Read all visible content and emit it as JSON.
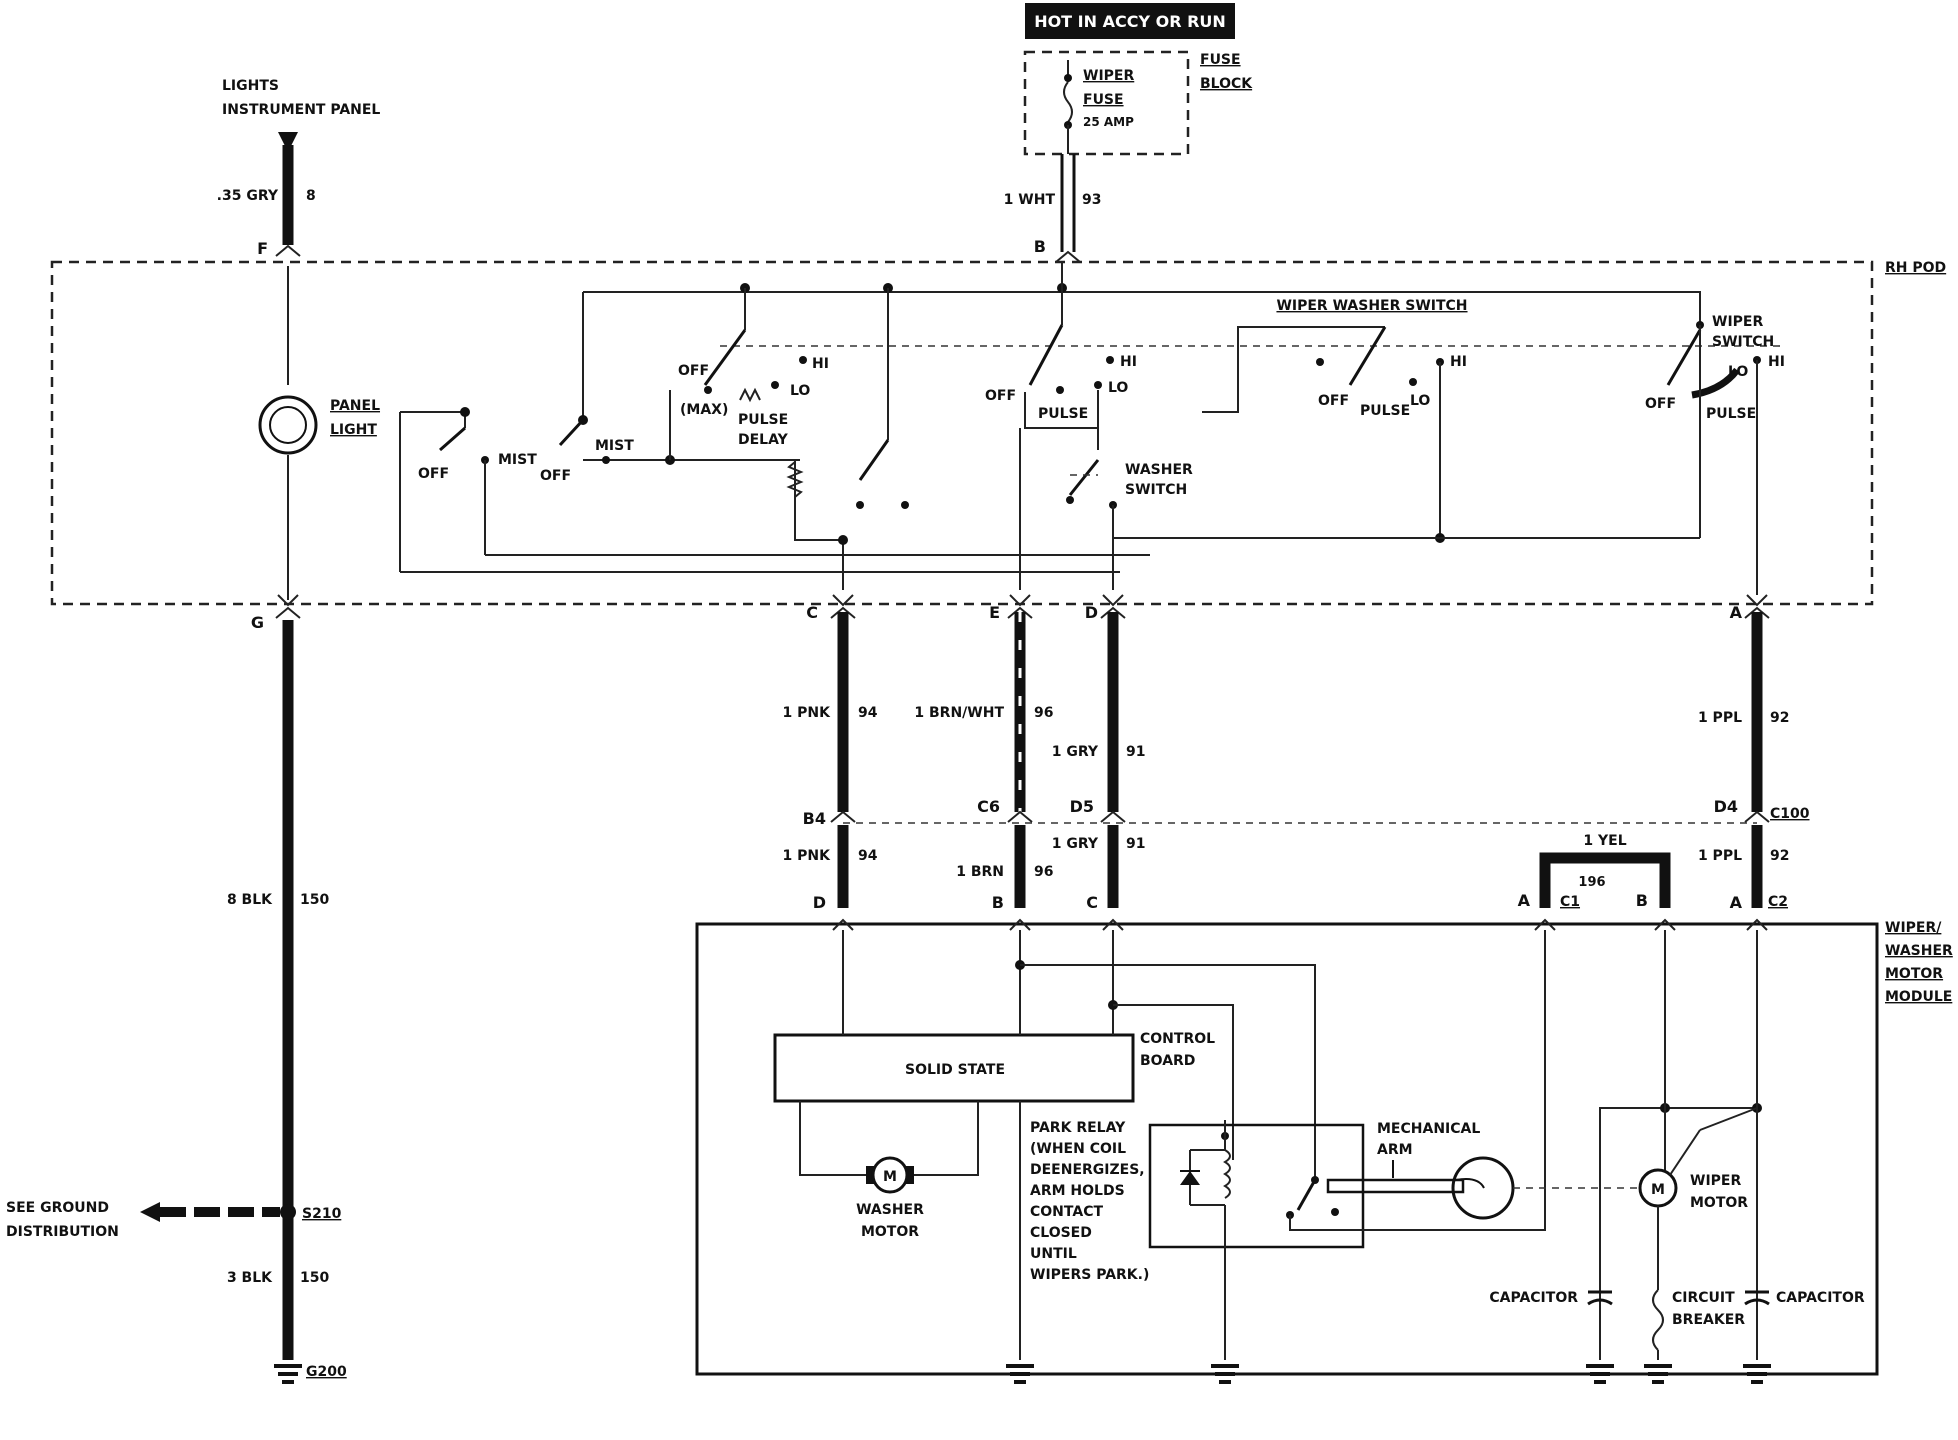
{
  "supply": {
    "hot_label": "HOT IN ACCY OR RUN",
    "fuse_line1": "WIPER",
    "fuse_line2": "FUSE",
    "fuse_rating": "25 AMP",
    "block_line1": "FUSE",
    "block_line2": "BLOCK",
    "wire_color": "1 WHT",
    "circuit": "93",
    "pin": "B"
  },
  "lights": {
    "line1": "LIGHTS",
    "line2": "INSTRUMENT PANEL",
    "wire_color": ".35 GRY",
    "circuit": "8",
    "pin_top": "F",
    "pin_bottom": "G"
  },
  "rh_pod": {
    "label": "RH POD",
    "panel_light_line1": "PANEL",
    "panel_light_line2": "LIGHT",
    "switch_title": "WIPER WASHER SWITCH",
    "wiper_switch_line1": "WIPER",
    "wiper_switch_line2": "SWITCH",
    "washer_switch_line1": "WASHER",
    "washer_switch_line2": "SWITCH",
    "off": "OFF",
    "mist": "MIST",
    "hi": "HI",
    "lo": "LO",
    "max": "(MAX)",
    "pulse": "PULSE",
    "pulse_delay_line1": "PULSE",
    "pulse_delay_line2": "DELAY"
  },
  "wires": [
    {
      "pin_top": "C",
      "upper_color": "1 PNK",
      "upper_circuit": "94",
      "conn_pin": "B4",
      "lower_color": "1 PNK",
      "lower_circuit": "94",
      "module_pin": "D"
    },
    {
      "pin_top": "E",
      "upper_color": "1 BRN/WHT",
      "upper_circuit": "96",
      "conn_pin": "C6",
      "lower_color": "1 BRN",
      "lower_circuit": "96",
      "module_pin": "B"
    },
    {
      "pin_top": "D",
      "upper_color": "1 GRY",
      "upper_circuit": "91",
      "conn_pin": "D5",
      "lower_color": "1 GRY",
      "lower_circuit": "91",
      "module_pin": "C"
    },
    {
      "pin_top": "A",
      "upper_color": "1 PPL",
      "upper_circuit": "92",
      "conn_pin": "D4",
      "lower_color": "1 PPL",
      "lower_circuit": "92",
      "module_pin": "A"
    }
  ],
  "connector": {
    "c100": "C100",
    "c1": "C1",
    "c2": "C2",
    "jumper_color": "1 YEL",
    "jumper_circuit": "196",
    "c1_pin_a": "A",
    "c1_pin_b": "B"
  },
  "ground": {
    "wire_color_upper": "8 BLK",
    "circuit_upper": "150",
    "splice": "S210",
    "see_line1": "SEE GROUND",
    "see_line2": "DISTRIBUTION",
    "wire_color_lower": "3 BLK",
    "circuit_lower": "150",
    "ground_id": "G200"
  },
  "module": {
    "title_line1": "WIPER/",
    "title_line2": "WASHER",
    "title_line3": "MOTOR",
    "title_line4": "MODULE",
    "solid_state": "SOLID STATE",
    "control_line1": "CONTROL",
    "control_line2": "BOARD",
    "washer_motor_line1": "WASHER",
    "washer_motor_line2": "MOTOR",
    "motor_symbol": "M",
    "park_relay_lines": [
      "PARK RELAY",
      "(WHEN COIL",
      "DEENERGIZES,",
      "ARM HOLDS",
      "CONTACT",
      "CLOSED",
      "UNTIL",
      "WIPERS PARK.)"
    ],
    "mech_arm_line1": "MECHANICAL",
    "mech_arm_line2": "ARM",
    "wiper_motor_line1": "WIPER",
    "wiper_motor_line2": "MOTOR",
    "capacitor": "CAPACITOR",
    "breaker_line1": "CIRCUIT",
    "breaker_line2": "BREAKER"
  }
}
